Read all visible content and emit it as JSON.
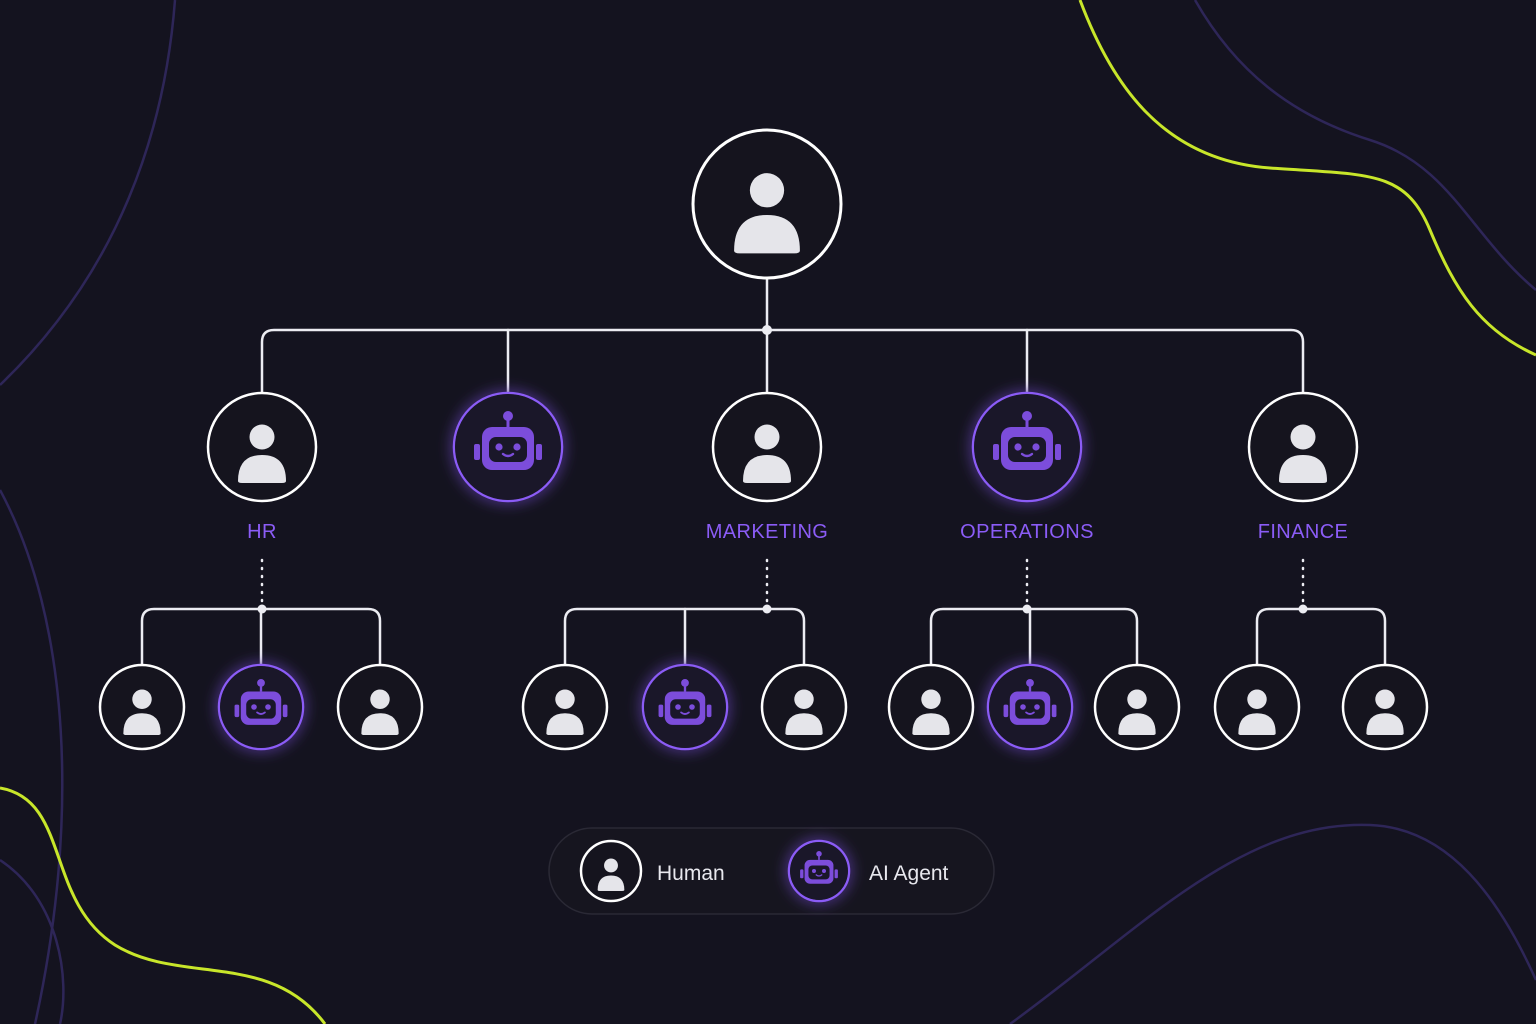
{
  "colors": {
    "background": "#14131f",
    "human_stroke": "#ffffff",
    "agent_stroke": "#8b5cf6",
    "agent_glyph": "#7c4ddb",
    "human_glyph": "#e5e5ea",
    "label": "#8b5cf6",
    "connector": "#ececf2",
    "accent_curve": "#c8e62a",
    "purple_curve": "#2e2658",
    "legend_text": "#e8e8ee"
  },
  "departments": [
    {
      "label": "HR",
      "head": "human",
      "members": [
        "human",
        "agent",
        "human"
      ]
    },
    {
      "label": "",
      "head": "agent",
      "members": []
    },
    {
      "label": "MARKETING",
      "head": "human",
      "members": [
        "human",
        "agent",
        "human"
      ]
    },
    {
      "label": "OPERATIONS",
      "head": "agent",
      "members": [
        "human",
        "agent",
        "human"
      ]
    },
    {
      "label": "FINANCE",
      "head": "human",
      "members": [
        "human",
        "human"
      ]
    }
  ],
  "root": {
    "type": "human"
  },
  "legend": {
    "human_label": "Human",
    "agent_label": "AI Agent",
    "human_icon": "person-icon",
    "agent_icon": "robot-icon"
  }
}
